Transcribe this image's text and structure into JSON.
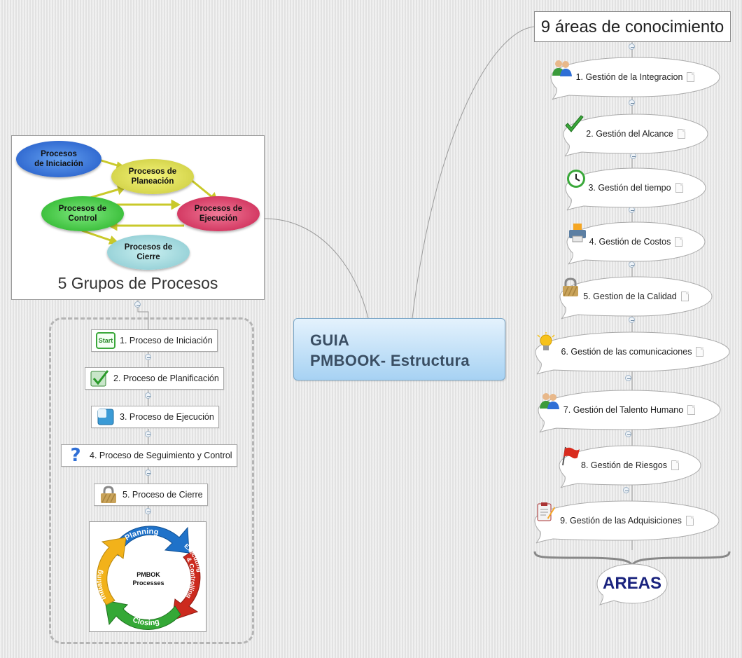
{
  "central": {
    "line1": "GUIA",
    "line2": "PMBOOK- Estructura"
  },
  "areas_title": "9 áreas de conocimiento",
  "areas": [
    {
      "label": "1. Gestión de la Integracion",
      "icon": "people-icon"
    },
    {
      "label": "2. Gestión del Alcance",
      "icon": "checkmark-icon"
    },
    {
      "label": "3. Gestión del tiempo",
      "icon": "clock-icon"
    },
    {
      "label": "4. Gestión de Costos",
      "icon": "printer-icon"
    },
    {
      "label": "5. Gestion de la Calidad",
      "icon": "padlock-icon"
    },
    {
      "label": "6. Gestión de las comunicaciones",
      "icon": "lightbulb-icon"
    },
    {
      "label": "7. Gestión del Talento Humano",
      "icon": "people-icon"
    },
    {
      "label": "8. Gestión de Riesgos",
      "icon": "red-flag-icon"
    },
    {
      "label": "9. Gestión de las Adquisiciones",
      "icon": "clipboard-icon"
    }
  ],
  "areas_label": "AREAS",
  "process_diagram": {
    "title": "5 Grupos de Procesos",
    "groups": [
      {
        "line1": "Procesos",
        "line2": "de Iniciación",
        "color": "#2f6fd6"
      },
      {
        "line1": "Procesos de",
        "line2": "Planeación",
        "color": "#d9d94e"
      },
      {
        "line1": "Procesos de",
        "line2": "Control",
        "color": "#39c43a"
      },
      {
        "line1": "Procesos de",
        "line2": "Ejecución",
        "color": "#d9345d"
      },
      {
        "line1": "Procesos de",
        "line2": "Cierre",
        "color": "#8ecfd6"
      }
    ]
  },
  "processes": [
    {
      "label": "1. Proceso de Iniciación",
      "icon": "start-icon",
      "icon_text": "Start"
    },
    {
      "label": "2. Proceso de Planificación",
      "icon": "checkbox-icon"
    },
    {
      "label": "3. Proceso de Ejecución",
      "icon": "blue-square-icon"
    },
    {
      "label": "4. Proceso de Seguimiento y Control",
      "icon": "question-mark-icon",
      "icon_text": "?"
    },
    {
      "label": "5. Proceso de Cierre",
      "icon": "padlock-icon"
    }
  ],
  "pmbok_cycle": {
    "center_line1": "PMBOK",
    "center_line2": "Processes",
    "phases": [
      "Planning",
      "Executing",
      "& Controlling",
      "Closing",
      "Initiating"
    ]
  }
}
